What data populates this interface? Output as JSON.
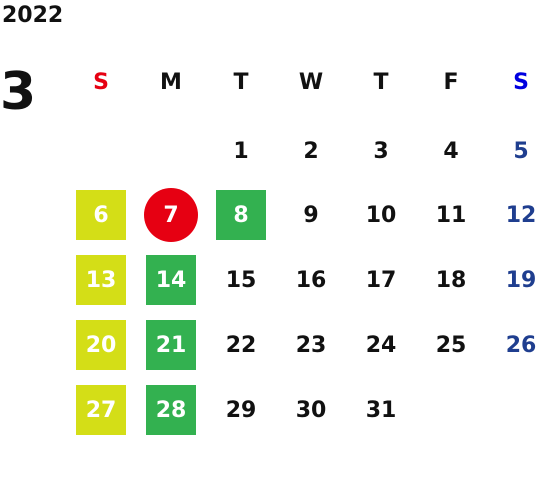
{
  "year": "2022",
  "month": "3",
  "weekdays": [
    {
      "label": "S",
      "color": "#e60012"
    },
    {
      "label": "M",
      "color": "#111111"
    },
    {
      "label": "T",
      "color": "#111111"
    },
    {
      "label": "W",
      "color": "#111111"
    },
    {
      "label": "T",
      "color": "#111111"
    },
    {
      "label": "F",
      "color": "#111111"
    },
    {
      "label": "S",
      "color": "#0000e0"
    }
  ],
  "weeks": [
    [
      null,
      null,
      {
        "d": "1"
      },
      {
        "d": "2"
      },
      {
        "d": "3"
      },
      {
        "d": "4"
      },
      {
        "d": "5"
      }
    ],
    [
      {
        "d": "6",
        "mark": "yellow"
      },
      {
        "d": "7",
        "mark": "circle"
      },
      {
        "d": "8",
        "mark": "green"
      },
      {
        "d": "9"
      },
      {
        "d": "10"
      },
      {
        "d": "11"
      },
      {
        "d": "12"
      }
    ],
    [
      {
        "d": "13",
        "mark": "yellow"
      },
      {
        "d": "14",
        "mark": "green"
      },
      {
        "d": "15"
      },
      {
        "d": "16"
      },
      {
        "d": "17"
      },
      {
        "d": "18"
      },
      {
        "d": "19"
      }
    ],
    [
      {
        "d": "20",
        "mark": "yellow"
      },
      {
        "d": "21",
        "mark": "green"
      },
      {
        "d": "22"
      },
      {
        "d": "23"
      },
      {
        "d": "24"
      },
      {
        "d": "25"
      },
      {
        "d": "26"
      }
    ],
    [
      {
        "d": "27",
        "mark": "yellow"
      },
      {
        "d": "28",
        "mark": "green"
      },
      {
        "d": "29"
      },
      {
        "d": "30"
      },
      {
        "d": "31"
      },
      null,
      null
    ]
  ],
  "colors": {
    "yellow": "#d4de17",
    "green": "#33b150",
    "circle": "#e60012",
    "saturday_number": "#1f3e8f"
  }
}
